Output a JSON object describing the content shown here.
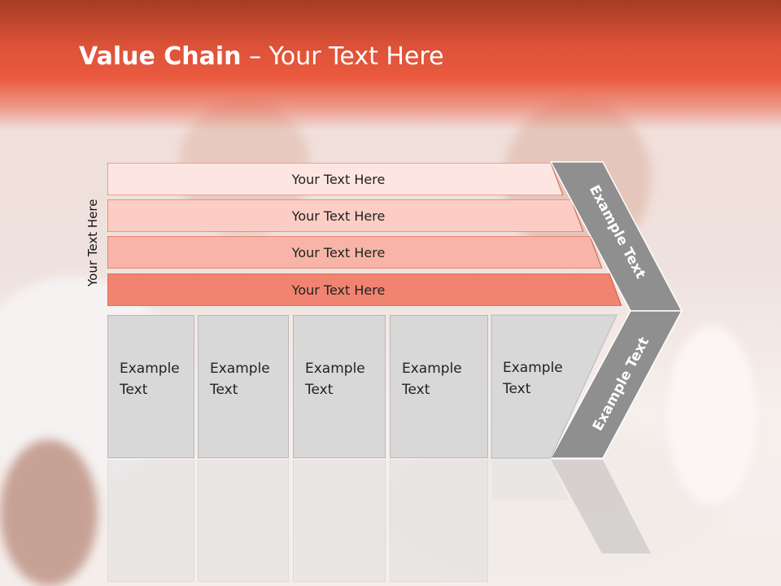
{
  "title": {
    "bold": "Value Chain",
    "rest": " – Your Text Here"
  },
  "side_label": "Your Text Here",
  "bars": [
    {
      "label": "Your Text Here",
      "fill": "#fde6e2"
    },
    {
      "label": "Your Text Here",
      "fill": "#fbcdc4"
    },
    {
      "label": "Your Text Here",
      "fill": "#f7b4a7"
    },
    {
      "label": "Your Text Here",
      "fill": "#f08470"
    }
  ],
  "columns": [
    {
      "line1": "Example",
      "line2": "Text"
    },
    {
      "line1": "Example",
      "line2": "Text"
    },
    {
      "line1": "Example",
      "line2": "Text"
    },
    {
      "line1": "Example",
      "line2": "Text"
    },
    {
      "line1": "Example",
      "line2": "Text"
    }
  ],
  "chevron_upper_text": "Example Text",
  "chevron_lower_text": "Example Text",
  "colors": {
    "accent": "#e9563c",
    "chevron": "#8f8f8f",
    "column": "#d8d8d8"
  }
}
